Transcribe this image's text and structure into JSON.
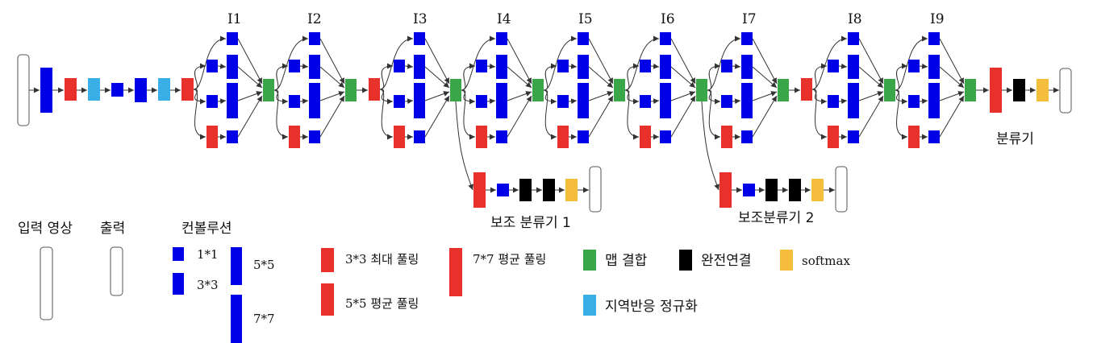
{
  "colors": {
    "conv": "#0000e6",
    "max_pool": "#e8312a",
    "avg_pool": "#e8312a",
    "concat": "#3aa64a",
    "fc": "#000000",
    "softmax": "#f4bd3c",
    "lrn": "#3aaee6",
    "io": "#ffffff"
  },
  "inception_labels": [
    "I1",
    "I2",
    "I3",
    "I4",
    "I5",
    "I6",
    "I7",
    "I8",
    "I9"
  ],
  "labels": {
    "classifier": "분류기",
    "aux1": "보조 분류기 1",
    "aux2": "보조분류기 2"
  },
  "legend": {
    "input": "입력 영상",
    "output": "출력",
    "conv_title": "컨볼루션",
    "conv_1x1": "1*1",
    "conv_3x3": "3*3",
    "conv_5x5": "5*5",
    "conv_7x7": "7*7",
    "max_pool": "3*3 최대 풀링",
    "avg_pool_5": "5*5 평균 풀링",
    "avg_pool_7": "7*7 평균 풀링",
    "concat": "맵 결합",
    "fc": "완전연결",
    "softmax": "softmax",
    "lrn": "지역반응 정규화"
  }
}
